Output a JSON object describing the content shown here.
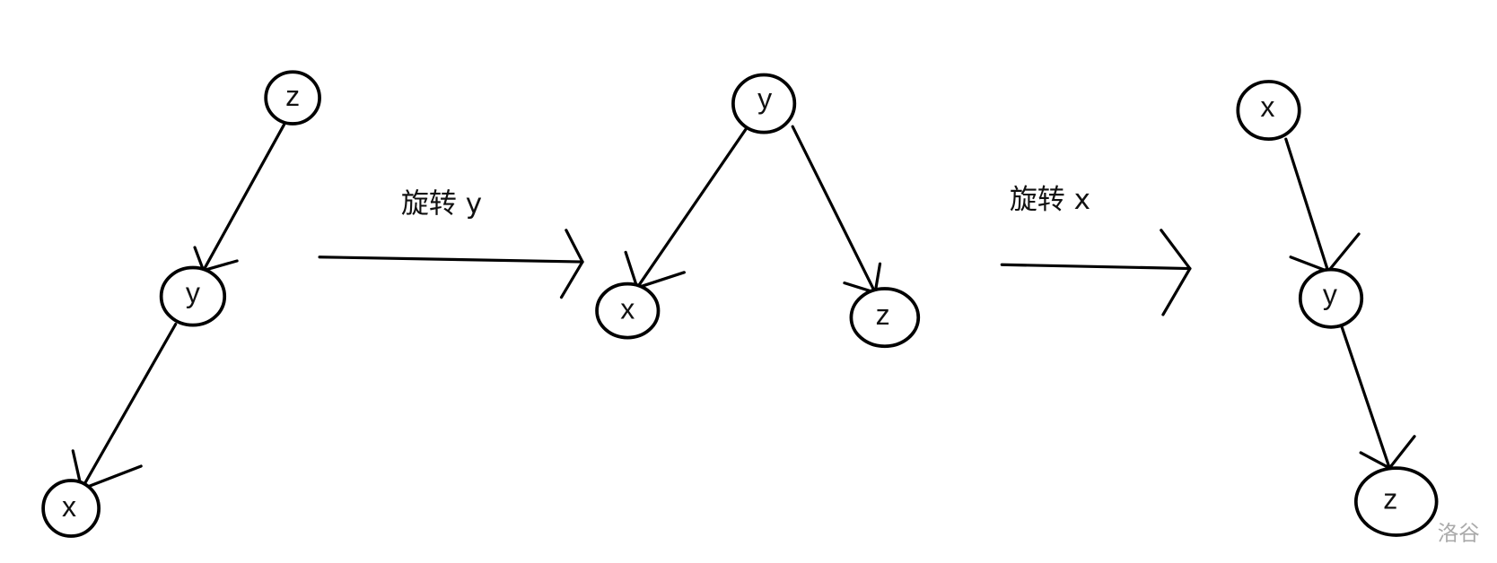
{
  "diagram": {
    "trees": [
      {
        "nodes": [
          "z",
          "y",
          "x"
        ],
        "edges": [
          [
            "z",
            "y"
          ],
          [
            "y",
            "x"
          ]
        ]
      },
      {
        "nodes": [
          "y",
          "x",
          "z"
        ],
        "edges": [
          [
            "y",
            "x"
          ],
          [
            "y",
            "z"
          ]
        ]
      },
      {
        "nodes": [
          "x",
          "y",
          "z"
        ],
        "edges": [
          [
            "x",
            "y"
          ],
          [
            "y",
            "z"
          ]
        ]
      }
    ],
    "operations": [
      "旋转 y",
      "旋转 x"
    ],
    "watermark": "洛谷"
  }
}
